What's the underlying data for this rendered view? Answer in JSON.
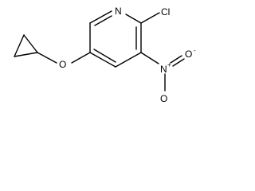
{
  "molecule": {
    "atoms": {
      "nitrogen_ring": "N",
      "chlorine": "Cl",
      "oxygen_ether": "O",
      "nitro_nitrogen": "N",
      "nitro_charge_plus": "+",
      "nitro_oxygen_top": "O",
      "nitro_charge_minus": "-",
      "nitro_oxygen_bottom": "O"
    },
    "colors": {
      "bond": "#000000",
      "background": "#ffffff"
    }
  }
}
